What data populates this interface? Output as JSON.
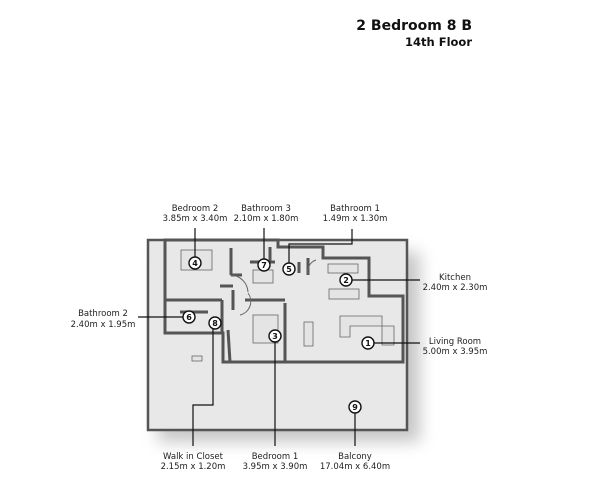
{
  "header": {
    "unit": "2 Bedroom 8 B",
    "floor": "14th Floor"
  },
  "rooms": [
    {
      "num": "1",
      "name": "Living Room",
      "size": "5.00m x 3.95m"
    },
    {
      "num": "2",
      "name": "Kitchen",
      "size": "2.40m x 2.30m"
    },
    {
      "num": "3",
      "name": "Bedroom 1",
      "size": "3.95m x 3.90m"
    },
    {
      "num": "4",
      "name": "Bedroom 2",
      "size": "3.85m x 3.40m"
    },
    {
      "num": "5",
      "name": "Bathroom 1",
      "size": "1.49m x 1.30m"
    },
    {
      "num": "6",
      "name": "Bathroom 2",
      "size": "2.40m x 1.95m"
    },
    {
      "num": "7",
      "name": "Bathroom 3",
      "size": "2.10m x 1.80m"
    },
    {
      "num": "8",
      "name": "Walk in Closet",
      "size": "2.15m x 1.20m"
    },
    {
      "num": "9",
      "name": "Balcony",
      "size": "17.04m x 6.40m"
    }
  ]
}
